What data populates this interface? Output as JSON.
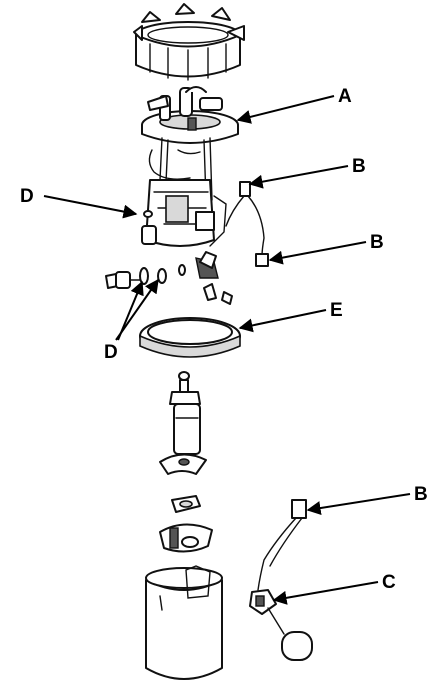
{
  "colors": {
    "ink": "#111111",
    "paper": "#ffffff",
    "shade": "#d9d9d9"
  },
  "callouts": [
    {
      "id": "A",
      "text": "A"
    },
    {
      "id": "B1",
      "text": "B"
    },
    {
      "id": "B2",
      "text": "B"
    },
    {
      "id": "B3",
      "text": "B"
    },
    {
      "id": "C",
      "text": "C"
    },
    {
      "id": "D1",
      "text": "D"
    },
    {
      "id": "D2",
      "text": "D"
    },
    {
      "id": "E",
      "text": "E"
    }
  ]
}
